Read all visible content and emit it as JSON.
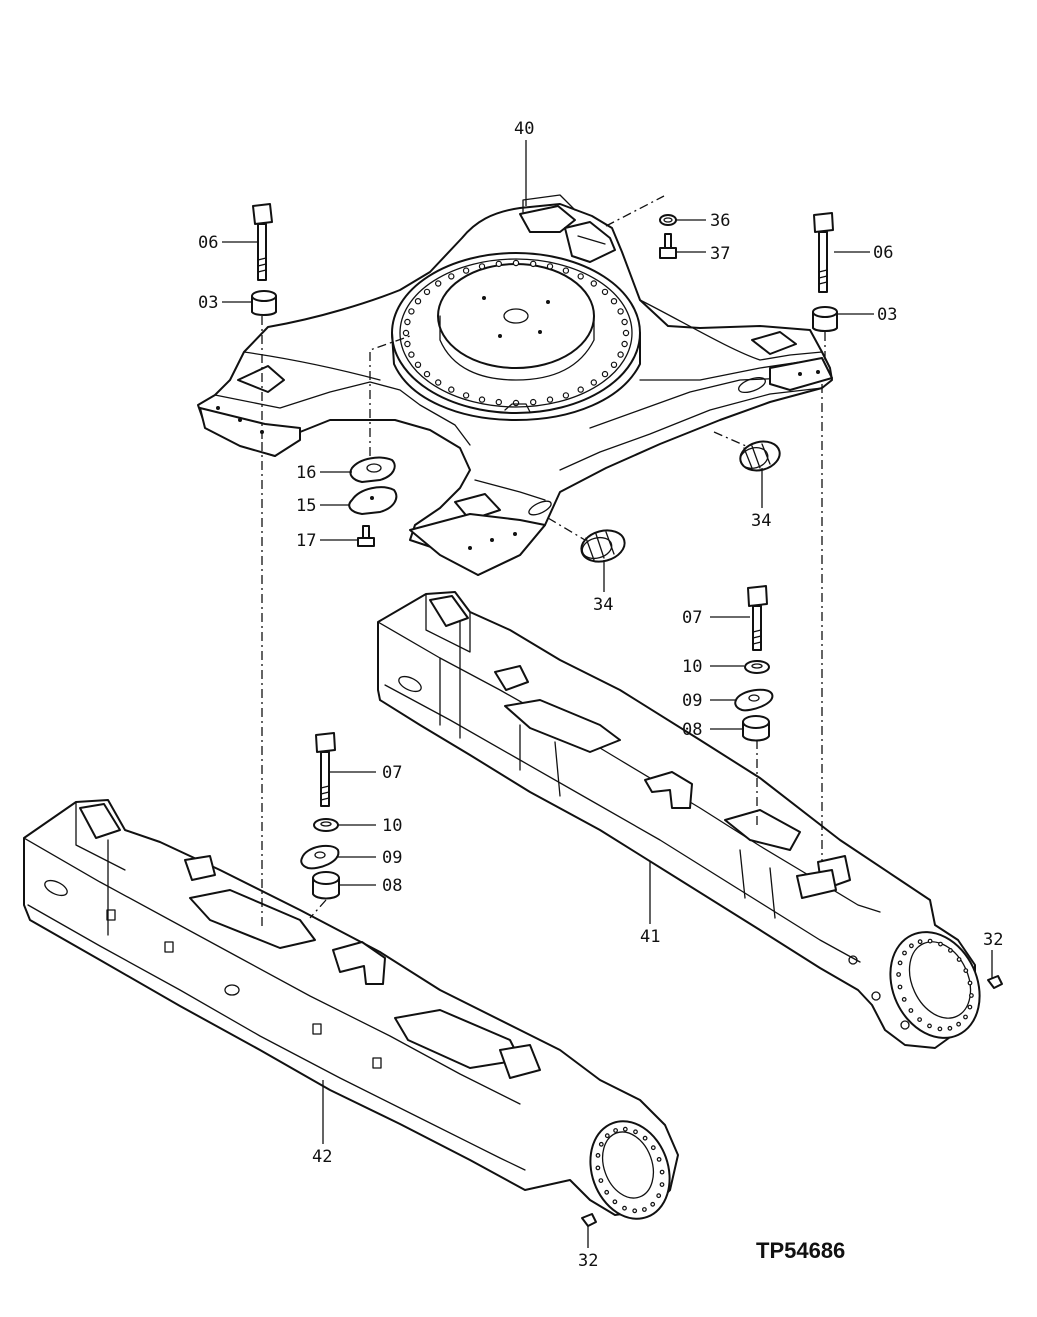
{
  "drawing": {
    "reference_code": "TP54686",
    "callouts": [
      {
        "id": "40",
        "label": "40"
      },
      {
        "id": "06-left",
        "label": "06"
      },
      {
        "id": "03-left",
        "label": "03"
      },
      {
        "id": "06-right",
        "label": "06"
      },
      {
        "id": "03-right",
        "label": "03"
      },
      {
        "id": "36",
        "label": "36"
      },
      {
        "id": "37",
        "label": "37"
      },
      {
        "id": "16",
        "label": "16"
      },
      {
        "id": "15",
        "label": "15"
      },
      {
        "id": "17",
        "label": "17"
      },
      {
        "id": "34-right",
        "label": "34"
      },
      {
        "id": "34-center",
        "label": "34"
      },
      {
        "id": "07-right",
        "label": "07"
      },
      {
        "id": "10-right",
        "label": "10"
      },
      {
        "id": "09-right",
        "label": "09"
      },
      {
        "id": "08-right",
        "label": "08"
      },
      {
        "id": "07-left",
        "label": "07"
      },
      {
        "id": "10-left",
        "label": "10"
      },
      {
        "id": "09-left",
        "label": "09"
      },
      {
        "id": "08-left",
        "label": "08"
      },
      {
        "id": "41",
        "label": "41"
      },
      {
        "id": "42",
        "label": "42"
      },
      {
        "id": "32-right",
        "label": "32"
      },
      {
        "id": "32-bottom",
        "label": "32"
      }
    ]
  }
}
